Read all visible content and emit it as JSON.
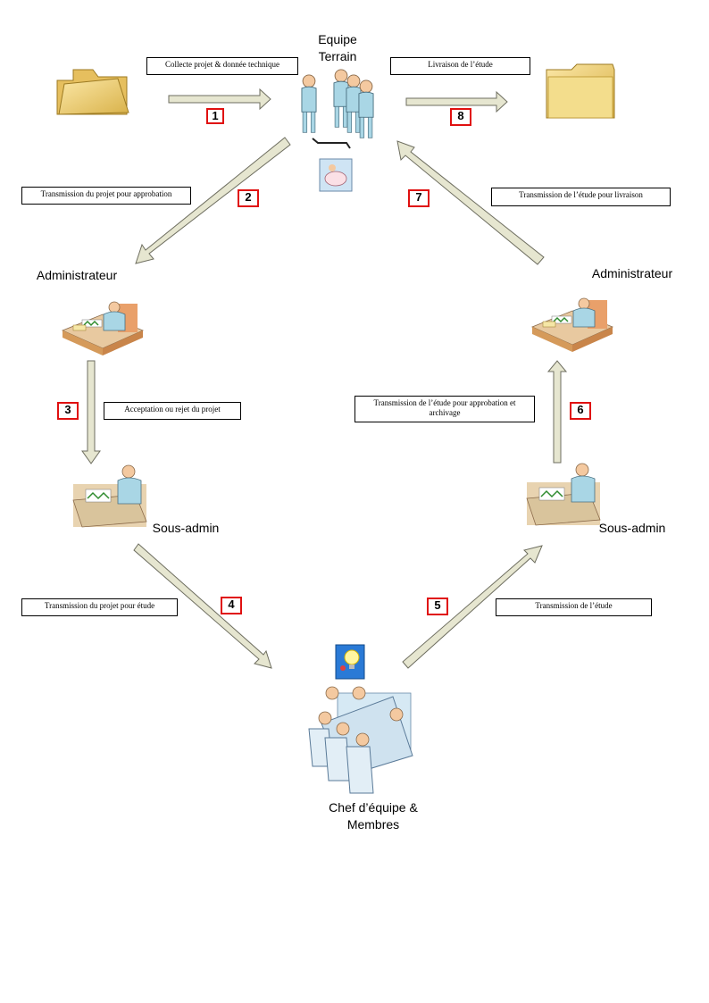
{
  "nodes": {
    "equipe_terrain": "Equipe\nTerrain",
    "admin_left": "Administrateur",
    "admin_right": "Administrateur",
    "sous_admin_left": "Sous-admin",
    "sous_admin_right": "Sous-admin",
    "chef_equipe": "Chef d’équipe &\nMembres"
  },
  "edge_labels": {
    "e1": "Collecte projet & donnée technique",
    "e8": "Livraison de l’étude",
    "e2": "Transmission du projet pour approbation",
    "e7": "Transmission de l’étude pour livraison",
    "e3": "Acceptation ou rejet du projet",
    "e6": "Transmission de l’étude pour approbation et archivage",
    "e4": "Transmission du projet pour étude",
    "e5": "Transmission de l’étude"
  },
  "steps": {
    "s1": "1",
    "s2": "2",
    "s3": "3",
    "s4": "4",
    "s5": "5",
    "s6": "6",
    "s7": "7",
    "s8": "8"
  },
  "colors": {
    "arrow_fill": "#e6e6d0",
    "arrow_stroke": "#6e6e60",
    "step_border": "#e01010",
    "folder": "#f2d27a",
    "person_head": "#f4c9a0",
    "person_body": "#a9d6e5"
  },
  "icons": [
    "folder-icon",
    "team-icon",
    "admin-desk-icon",
    "meeting-icon",
    "idea-icon",
    "piggy-bank-icon"
  ]
}
